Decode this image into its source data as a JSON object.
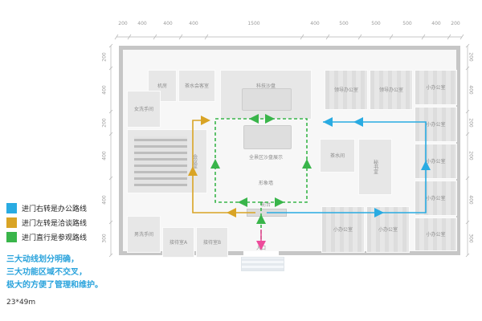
{
  "dimensions": {
    "top": [
      "200",
      "400",
      "400",
      "400",
      "1500",
      "400",
      "500",
      "500",
      "500",
      "400",
      "200"
    ],
    "left": [
      "200",
      "400",
      "200",
      "400",
      "400",
      "300"
    ],
    "right": [
      "200",
      "400",
      "200",
      "200",
      "400",
      "300"
    ]
  },
  "rooms": [
    {
      "label": "机房"
    },
    {
      "label": "茶水会客室"
    },
    {
      "label": "女洗手间"
    },
    {
      "label": "会议室"
    },
    {
      "label": "男洗手间"
    },
    {
      "label": "接待室A"
    },
    {
      "label": "接待室B"
    },
    {
      "label": "科技沙盘"
    },
    {
      "label": "茶水间"
    },
    {
      "label": "秘书室"
    },
    {
      "label": "领导办公室"
    },
    {
      "label": "领导办公室"
    },
    {
      "label": "小办公室"
    },
    {
      "label": "小办公室"
    },
    {
      "label": "小办公室"
    },
    {
      "label": "小办公室"
    },
    {
      "label": "小办公室"
    },
    {
      "label": "小办公室"
    },
    {
      "label": "小办公室"
    },
    {
      "label": "全景区沙盘展示"
    },
    {
      "label": "形象墙"
    },
    {
      "label": "前台"
    },
    {
      "label": "入口"
    }
  ],
  "legend": [
    {
      "color": "#29abe2",
      "label": "进门右转是办公路线"
    },
    {
      "color": "#d9a425",
      "label": "进门左转是洽谈路线"
    },
    {
      "color": "#39b54a",
      "label": "进门直行是参观路线"
    }
  ],
  "caption": {
    "lines": [
      "三大动线划分明确，",
      "三大功能区域不交叉，",
      "极大的方便了管理和维护。"
    ],
    "size_note": "23*49m"
  },
  "routes": {
    "office_color": "#29abe2",
    "negotiation_color": "#d9a425",
    "visit_color": "#39b54a",
    "entrance_arrow_color": "#ed4c9b",
    "dimension_line_color": "#b5b5b5"
  }
}
